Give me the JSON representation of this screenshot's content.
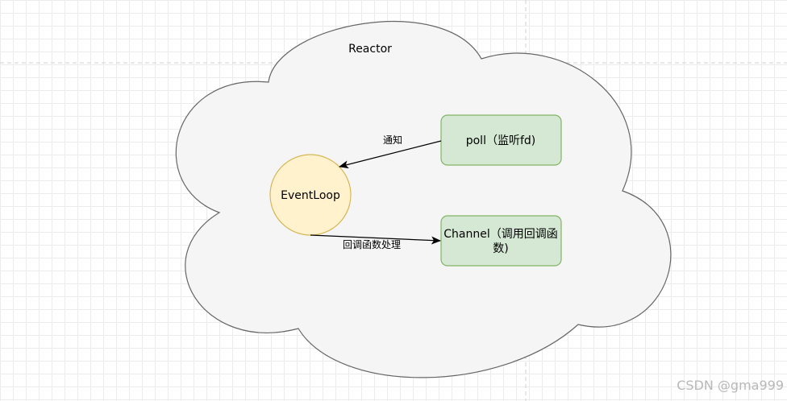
{
  "diagram": {
    "cloud_label": "Reactor",
    "nodes": {
      "eventloop": {
        "label": "EventLoop"
      },
      "poll": {
        "label": "poll（监听fd)"
      },
      "channel": {
        "label_line1": "Channel（调用回调函",
        "label_line2": "数)"
      }
    },
    "edges": {
      "notify": {
        "label": "通知"
      },
      "callback": {
        "label": "回调函数处理"
      }
    }
  },
  "watermark": "CSDN @gma999",
  "colors": {
    "cloud_fill": "#f5f5f5",
    "cloud_stroke": "#666666",
    "green_fill": "#d5e8d4",
    "green_stroke": "#82b366",
    "yellow_fill": "#fff2cc",
    "yellow_stroke": "#d6b656"
  }
}
